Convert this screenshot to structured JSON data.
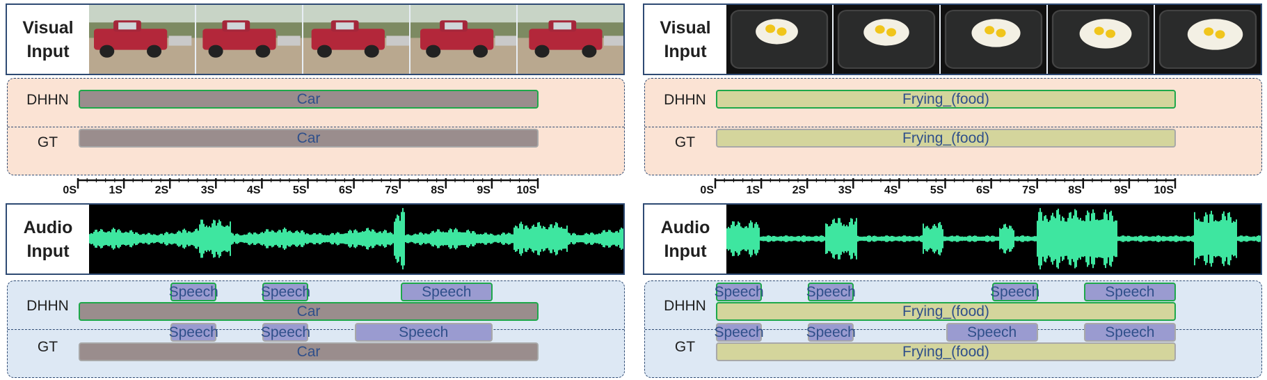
{
  "colors": {
    "box_border": "#2e4a73",
    "visual_results_bg": "#fbe3d4",
    "audio_results_bg": "#dde8f4",
    "car_bar": "#9a8d8d",
    "frying_bar": "#d4d59c",
    "speech_bar": "#9a9bd0",
    "prediction_border": "#1ea84a",
    "ground_truth_border": "#a8a8a8",
    "waveform": "#3ee6a0",
    "bar_text": "#2f4f8a"
  },
  "labels": {
    "visual_input": "Visual\nInput",
    "audio_input": "Audio\nInput",
    "prediction": "DHHN",
    "ground_truth": "GT"
  },
  "timeline": {
    "duration_s": 10,
    "ticks": [
      "0S",
      "1S",
      "2S",
      "3S",
      "4S",
      "5S",
      "6S",
      "7S",
      "8S",
      "9S",
      "10S"
    ]
  },
  "examples": [
    {
      "scene": "red pickup truck towing a trailer",
      "frame_count": 5,
      "visual": {
        "DHHN": [
          {
            "label": "Car",
            "start": 0,
            "end": 10,
            "color_key": "car_bar"
          }
        ],
        "GT": [
          {
            "label": "Car",
            "start": 0,
            "end": 10,
            "color_key": "car_bar"
          }
        ]
      },
      "audio": {
        "DHHN": [
          {
            "label": "Speech",
            "start": 2.0,
            "end": 3.0,
            "color_key": "speech_bar"
          },
          {
            "label": "Speech",
            "start": 4.0,
            "end": 5.0,
            "color_key": "speech_bar"
          },
          {
            "label": "Speech",
            "start": 7.0,
            "end": 9.0,
            "color_key": "speech_bar"
          },
          {
            "label": "Car",
            "start": 0,
            "end": 10,
            "color_key": "car_bar",
            "row": 2
          }
        ],
        "GT": [
          {
            "label": "Speech",
            "start": 2.0,
            "end": 3.0,
            "color_key": "speech_bar"
          },
          {
            "label": "Speech",
            "start": 4.0,
            "end": 5.0,
            "color_key": "speech_bar"
          },
          {
            "label": "Speech",
            "start": 6.0,
            "end": 9.0,
            "color_key": "speech_bar"
          },
          {
            "label": "Car",
            "start": 0,
            "end": 10,
            "color_key": "car_bar",
            "row": 2
          }
        ]
      }
    },
    {
      "scene": "eggs frying in a pan",
      "frame_count": 5,
      "visual": {
        "DHHN": [
          {
            "label": "Frying_(food)",
            "start": 0,
            "end": 10,
            "color_key": "frying_bar"
          }
        ],
        "GT": [
          {
            "label": "Frying_(food)",
            "start": 0,
            "end": 10,
            "color_key": "frying_bar"
          }
        ]
      },
      "audio": {
        "DHHN": [
          {
            "label": "Speech",
            "start": 0,
            "end": 1.0,
            "color_key": "speech_bar"
          },
          {
            "label": "Speech",
            "start": 2.0,
            "end": 3.0,
            "color_key": "speech_bar"
          },
          {
            "label": "Speech",
            "start": 6.0,
            "end": 7.0,
            "color_key": "speech_bar"
          },
          {
            "label": "Speech",
            "start": 8.0,
            "end": 10,
            "color_key": "speech_bar"
          },
          {
            "label": "Frying_(food)",
            "start": 0,
            "end": 10,
            "color_key": "frying_bar",
            "row": 2
          }
        ],
        "GT": [
          {
            "label": "Speech",
            "start": 0,
            "end": 1.0,
            "color_key": "speech_bar"
          },
          {
            "label": "Speech",
            "start": 2.0,
            "end": 3.0,
            "color_key": "speech_bar"
          },
          {
            "label": "Speech",
            "start": 5.0,
            "end": 7.0,
            "color_key": "speech_bar"
          },
          {
            "label": "Speech",
            "start": 8.0,
            "end": 10,
            "color_key": "speech_bar"
          },
          {
            "label": "Frying_(food)",
            "start": 0,
            "end": 10,
            "color_key": "frying_bar",
            "row": 2
          }
        ]
      }
    }
  ]
}
